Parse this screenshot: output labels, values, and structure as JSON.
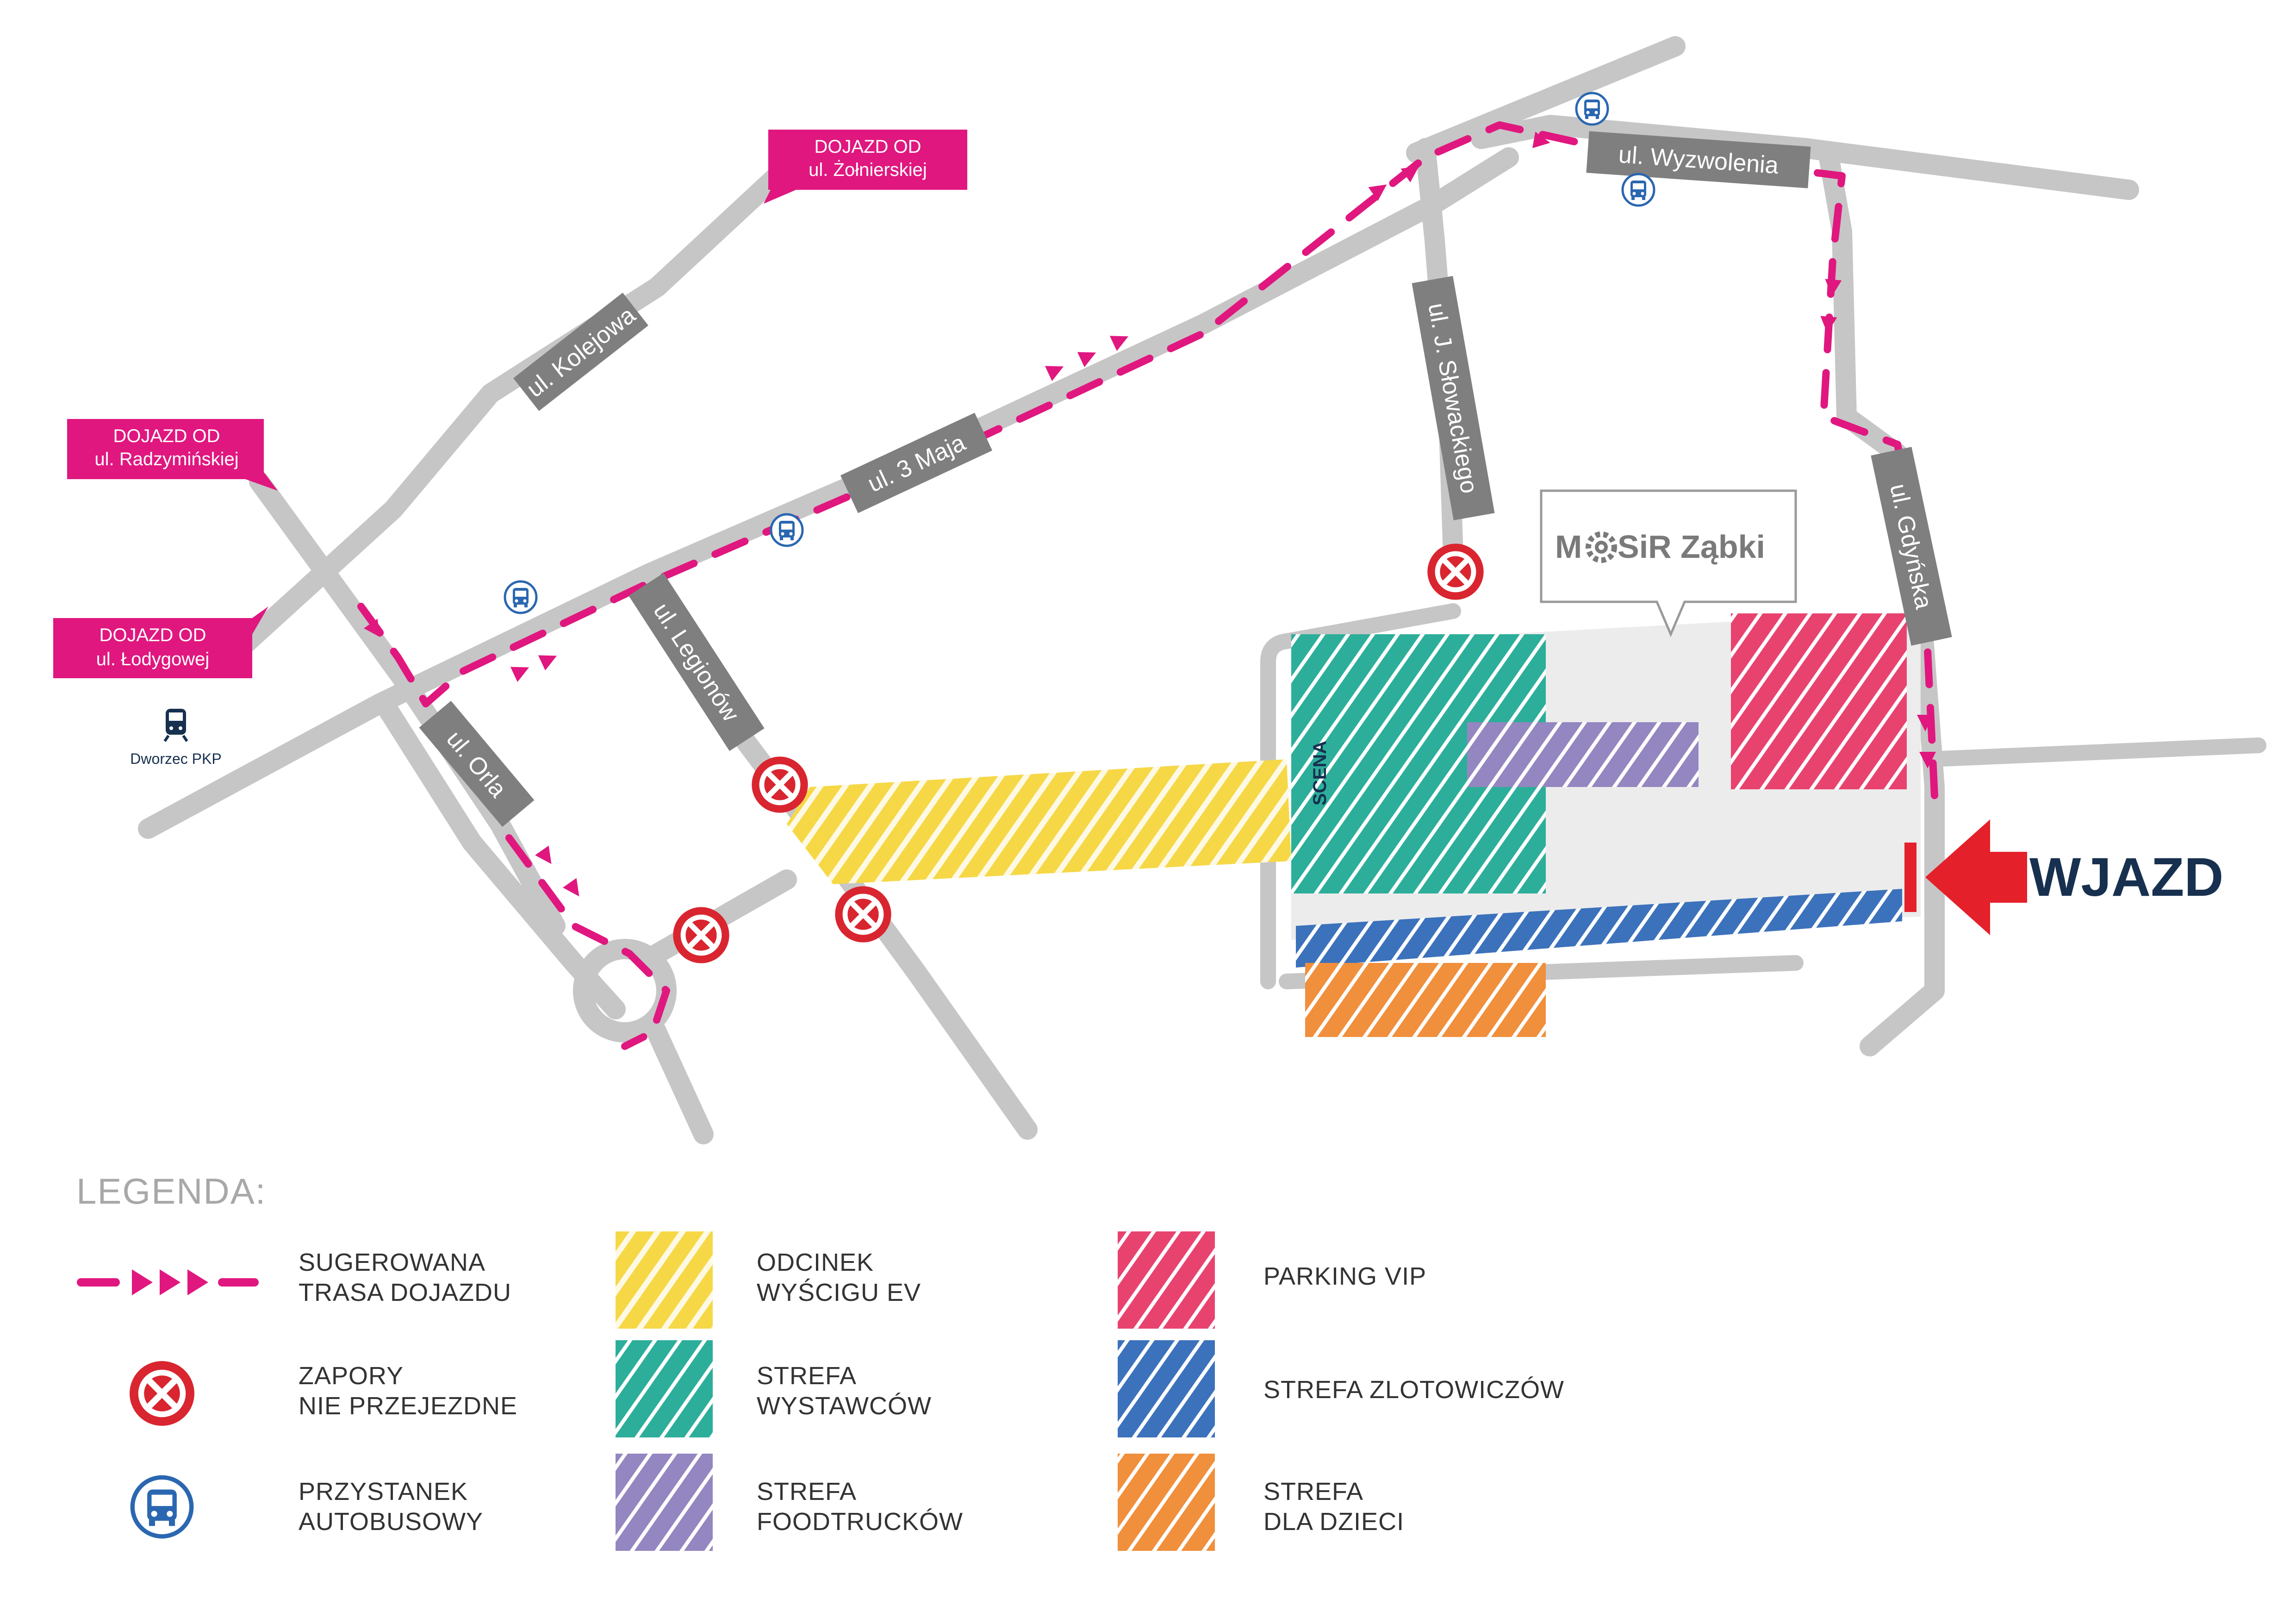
{
  "streets": {
    "kolejowa": "ul. Kolejowa",
    "trzeciego_maja": "ul. 3 Maja",
    "slowackiego": "ul. J. Słowackiego",
    "wyzwolenia": "ul. Wyzwolenia",
    "gdynska": "ul. Gdyńska",
    "legionow": "ul. Legionów",
    "orla": "ul. Orla"
  },
  "approach": {
    "zolnierska": [
      "DOJAZD OD",
      "ul. Żołnierskiej"
    ],
    "radzyminska": [
      "DOJAZD OD",
      "ul. Radzymińskiej"
    ],
    "lodygowa": [
      "DOJAZD OD",
      "ul. Łodygowej"
    ]
  },
  "station": "Dworzec PKP",
  "venue": {
    "brand_pre": "M",
    "brand_post": "SiR Ząbki",
    "stage": "SCENA"
  },
  "entrance": "WJAZD",
  "legend": {
    "title": "LEGENDA:",
    "route": [
      "SUGEROWANA",
      "TRASA DOJAZDU"
    ],
    "barrier": [
      "ZAPORY",
      "NIE PRZEJEZDNE"
    ],
    "bus": [
      "PRZYSTANEK",
      "AUTOBUSOWY"
    ],
    "race": [
      "ODCINEK",
      "WYŚCIGU EV"
    ],
    "exhibitors": [
      "STREFA",
      "WYSTAWCÓW"
    ],
    "foodtrucks": [
      "STREFA",
      "FOODTRUCKÓW"
    ],
    "vip": [
      "PARKING VIP"
    ],
    "zlotowicze": [
      "STREFA ZLOTOWICZÓW"
    ],
    "kids": [
      "STREFA",
      "DLA DZIECI"
    ]
  },
  "colors": {
    "route": "#e0177f",
    "road": "#c6c6c6",
    "street_sign": "#7f7f7f",
    "barrier": "#d9252f",
    "bus": "#2a67b0",
    "race": "#f6d847",
    "exhibitors": "#2cae9a",
    "foodtrucks": "#9486c0",
    "vip": "#e8436f",
    "zlotowicze": "#3c72bb",
    "kids": "#f08f3c",
    "entrance_arrow": "#e4202a",
    "entrance_text": "#17304f"
  }
}
